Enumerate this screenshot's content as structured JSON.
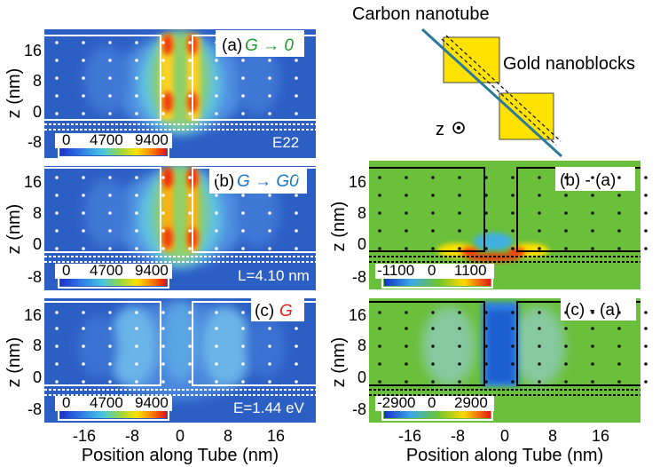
{
  "diagram": {
    "label_nanotube": "Carbon nanotube",
    "label_blocks": "Gold nanoblocks",
    "label_z": "z",
    "colors": {
      "gold": "#ffe200",
      "tube": "#2b7a9b"
    }
  },
  "panels": {
    "a": {
      "tag": "(a)",
      "math": "G → 0",
      "math_color": "#1f9b2e",
      "corner": "E22",
      "cbar": [
        "0",
        "4700",
        "9400"
      ]
    },
    "b": {
      "tag": "(b)",
      "math": "G → G0",
      "math_color": "#1a76c8",
      "corner": "L=4.10 nm",
      "cbar": [
        "0",
        "4700",
        "9400"
      ]
    },
    "c": {
      "tag": "(c)",
      "math": "G",
      "math_color": "#e01f1f",
      "corner": "E=1.44 eV",
      "cbar": [
        "0",
        "4700",
        "9400"
      ]
    },
    "ba": {
      "tag": "(b) - (a)",
      "cbar": [
        "-1100",
        "0",
        "1100"
      ]
    },
    "ca": {
      "tag": "(c) - (a)",
      "cbar": [
        "-2900",
        "0",
        "2900"
      ]
    }
  },
  "axes": {
    "z_label": "z (nm)",
    "z_ticks": [
      "16",
      "8",
      "0",
      "-8"
    ],
    "x_ticks": [
      "-16",
      "-8",
      "0",
      "8",
      "16"
    ],
    "x_label": "Position along Tube (nm)"
  }
}
